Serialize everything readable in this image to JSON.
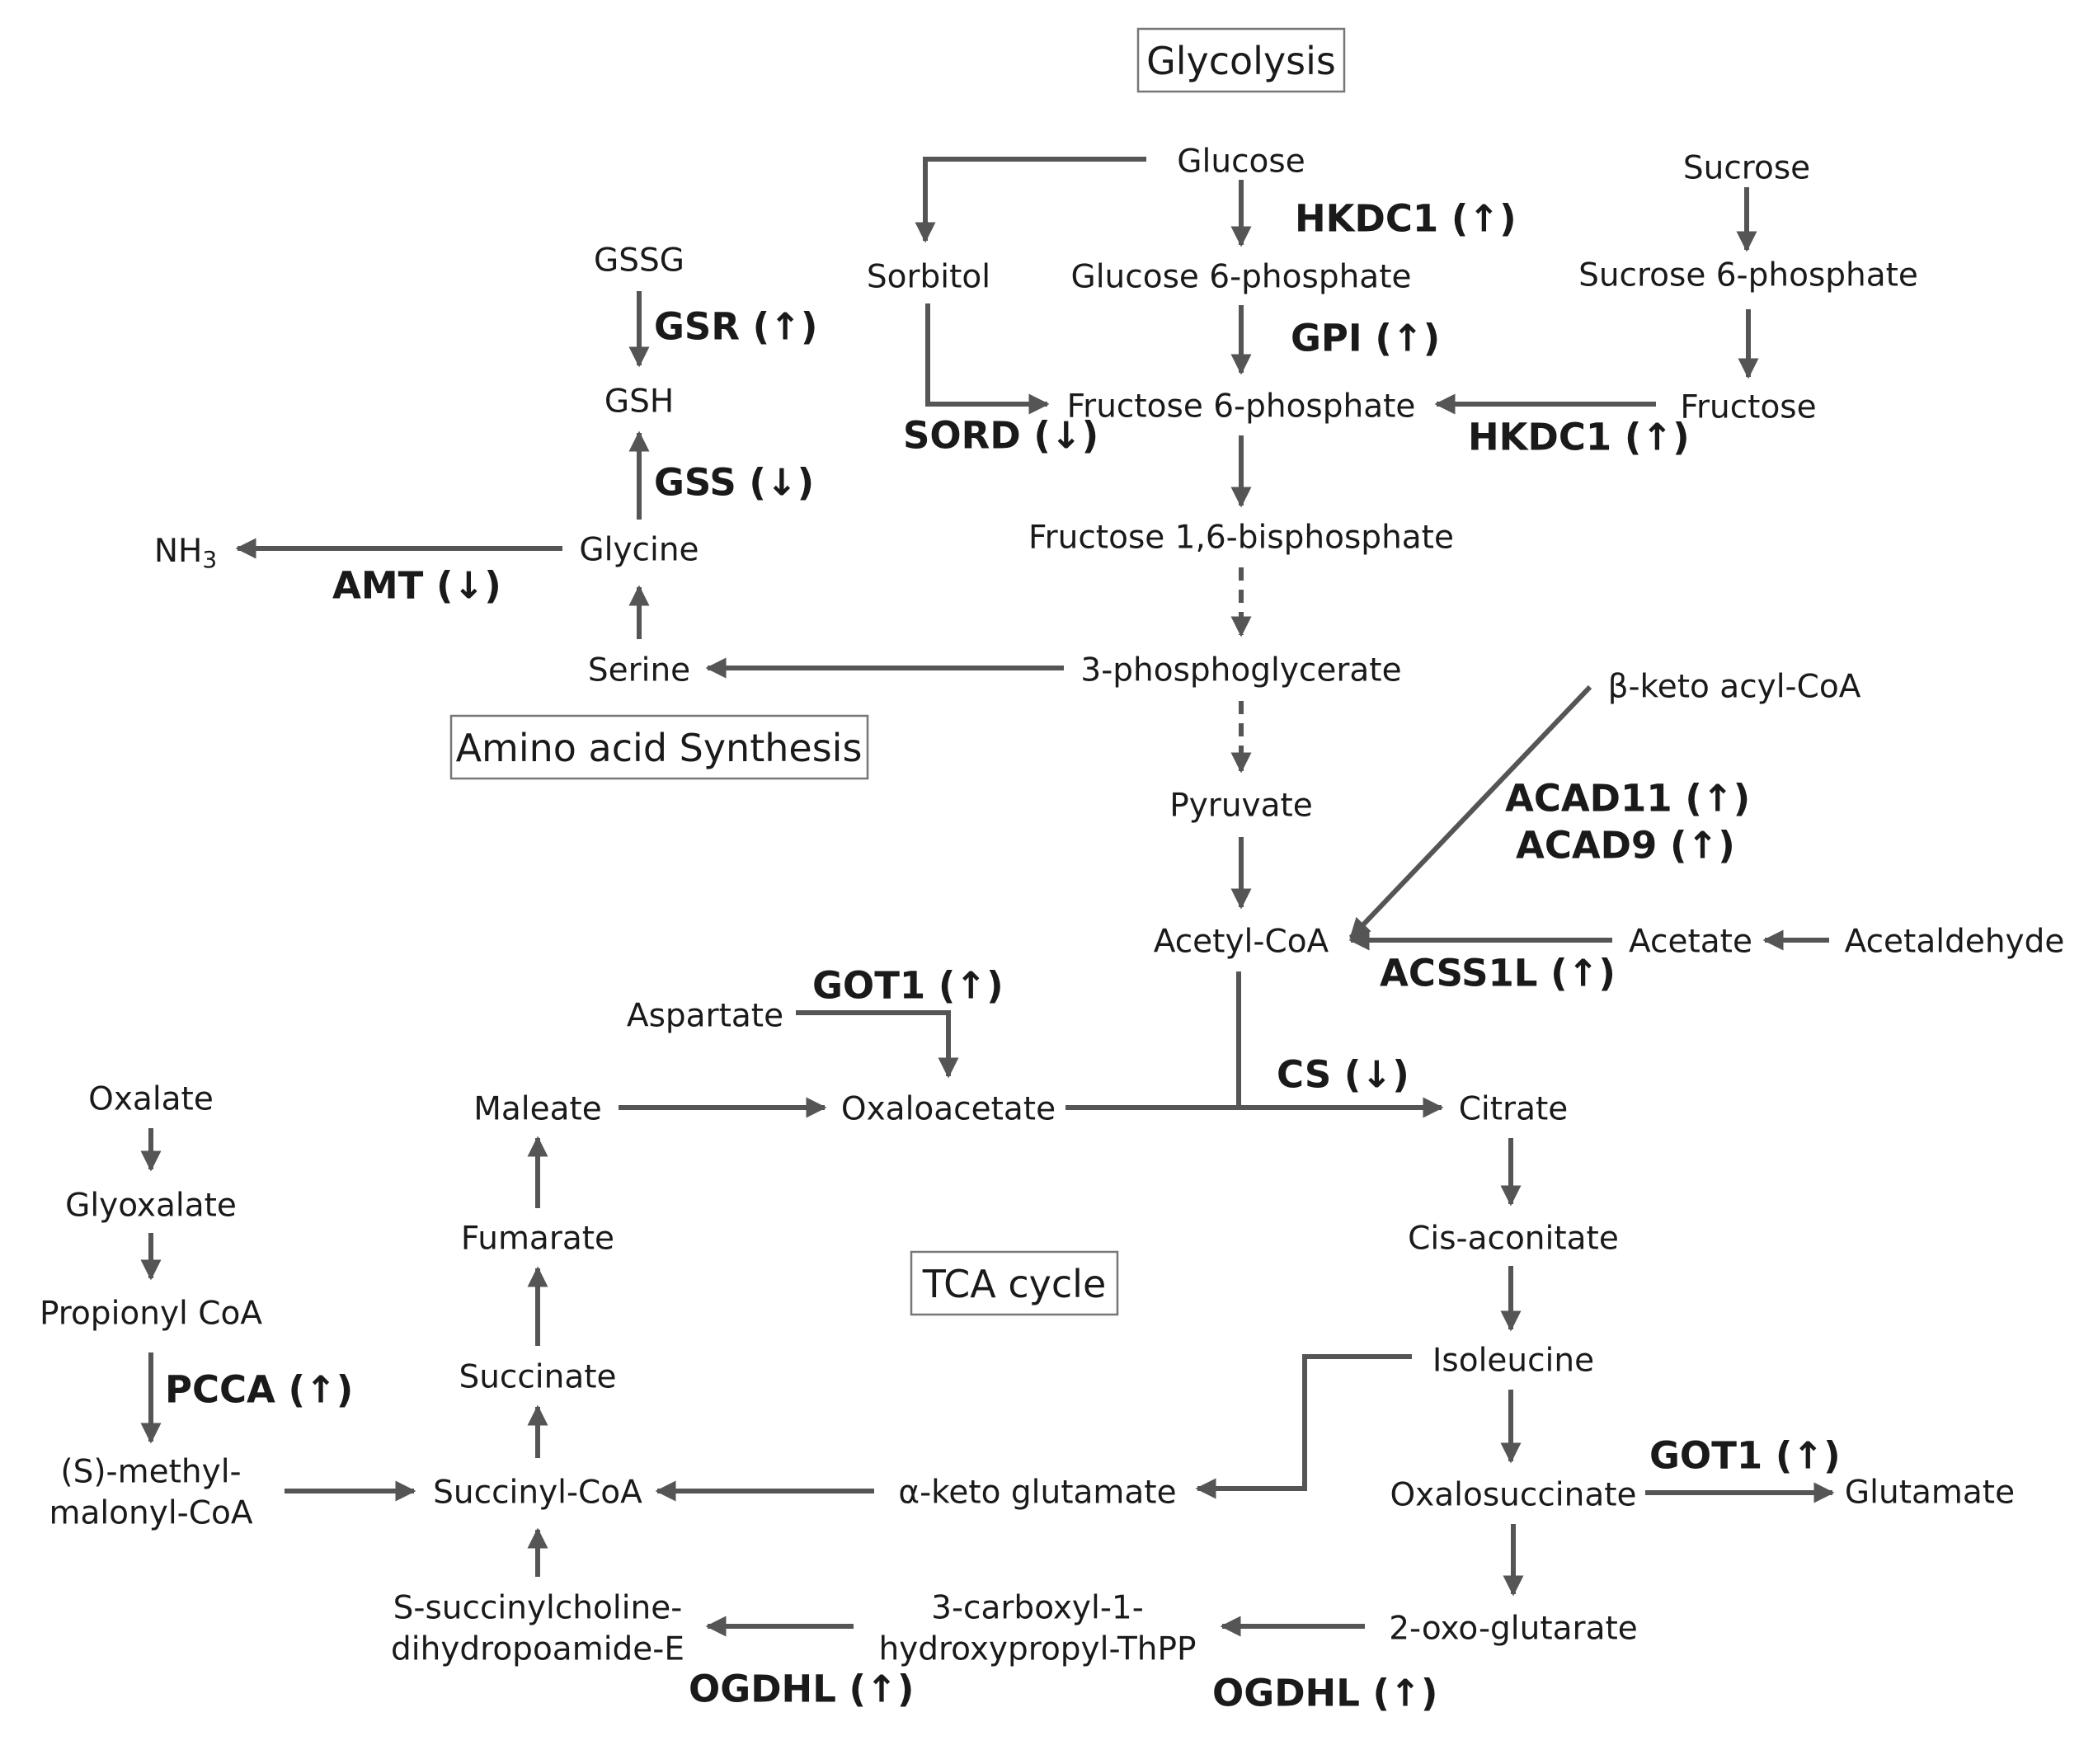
{
  "sections": {
    "glycolysis": "Glycolysis",
    "amino_acid_synthesis": "Amino acid Synthesis",
    "tca_cycle": "TCA cycle"
  },
  "nodes": {
    "glucose": "Glucose",
    "sucrose": "Sucrose",
    "gssg": "GSSG",
    "sorbitol": "Sorbitol",
    "glucose_6_phosphate": "Glucose 6-phosphate",
    "sucrose_6_phosphate": "Sucrose 6-phosphate",
    "gsh": "GSH",
    "fructose_6_phosphate": "Fructose 6-phosphate",
    "fructose": "Fructose",
    "nh3": "NH",
    "nh3_sub": "3",
    "glycine": "Glycine",
    "fructose_1_6_bisphosphate": "Fructose 1,6-bisphosphate",
    "serine": "Serine",
    "three_phosphoglycerate": "3-phosphoglycerate",
    "beta_keto_acyl_coa": "β-keto acyl-CoA",
    "pyruvate": "Pyruvate",
    "acetyl_coa": "Acetyl-CoA",
    "acetate": "Acetate",
    "acetaldehyde": "Acetaldehyde",
    "aspartate": "Aspartate",
    "oxalate": "Oxalate",
    "maleate": "Maleate",
    "oxaloacetate": "Oxaloacetate",
    "citrate": "Citrate",
    "glyoxalate": "Glyoxalate",
    "fumarate": "Fumarate",
    "cis_aconitate": "Cis-aconitate",
    "propionyl_coa": "Propionyl CoA",
    "isoleucine": "Isoleucine",
    "succinate": "Succinate",
    "methylmalonyl_coa_line1": "(S)-methyl-",
    "methylmalonyl_coa_line2": "malonyl-CoA",
    "succinyl_coa": "Succinyl-CoA",
    "alpha_keto_glutamate": "α-keto glutamate",
    "oxalosuccinate": "Oxalosuccinate",
    "glutamate": "Glutamate",
    "s_succinyl_line1": "S-succinylcholine-",
    "s_succinyl_line2": "dihydropoamide-E",
    "carboxyl_thpp_line1": "3-carboxyl-1-",
    "carboxyl_thpp_line2": "hydroxypropyl-ThPP",
    "two_oxo_glutarate": "2-oxo-glutarate"
  },
  "enzymes": {
    "hkdc1_top": "HKDC1 (↑)",
    "gsr": "GSR (↑)",
    "gpi": "GPI (↑)",
    "sord": "SORD (↓)",
    "hkdc1_right": "HKDC1 (↑)",
    "gss": "GSS (↓)",
    "amt": "AMT (↓)",
    "acad11": "ACAD11 (↑)",
    "acad9": "ACAD9 (↑)",
    "acss1l": "ACSS1L (↑)",
    "got1_top": "GOT1 (↑)",
    "cs": "CS (↓)",
    "pcca": "PCCA (↑)",
    "got1_bottom": "GOT1 (↑)",
    "ogdhl_left": "OGDHL (↑)",
    "ogdhl_right": "OGDHL (↑)"
  },
  "colors": {
    "arrow": "#555555",
    "text": "#1a1a1a",
    "box_border": "#777777"
  }
}
